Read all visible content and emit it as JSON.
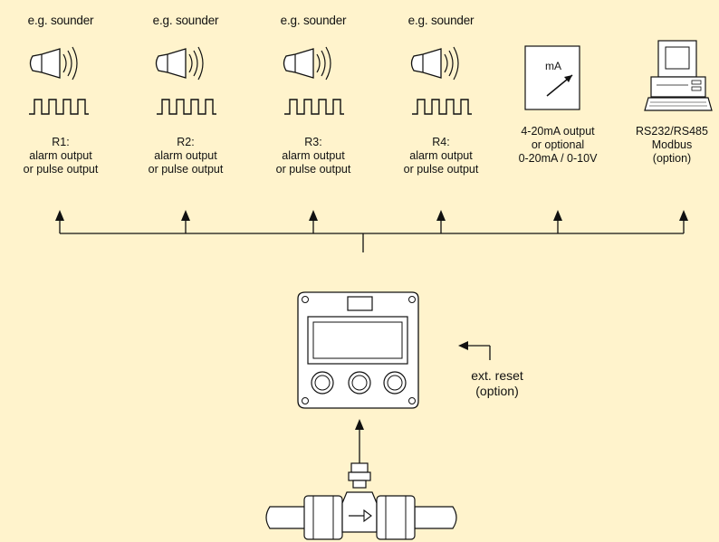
{
  "outputs": [
    {
      "header": "e.g. sounder",
      "icon": "sounder-icon",
      "id": "R1",
      "line1": "R1:",
      "line2": "alarm output",
      "line3": "or pulse output"
    },
    {
      "header": "e.g. sounder",
      "icon": "sounder-icon",
      "id": "R2",
      "line1": "R2:",
      "line2": "alarm output",
      "line3": "or pulse output"
    },
    {
      "header": "e.g. sounder",
      "icon": "sounder-icon",
      "id": "R3",
      "line1": "R3:",
      "line2": "alarm output",
      "line3": "or pulse output"
    },
    {
      "header": "e.g. sounder",
      "icon": "sounder-icon",
      "id": "R4",
      "line1": "R4:",
      "line2": "alarm output",
      "line3": "or pulse output"
    },
    {
      "meter_unit": "mA",
      "icon": "analog-meter-icon",
      "line1": "4-20mA output",
      "line2": "or optional",
      "line3": "0-20mA / 0-10V"
    },
    {
      "icon": "computer-icon",
      "line1": "RS232/RS485",
      "line2": "Modbus",
      "line3": "(option)"
    }
  ],
  "reset": {
    "line1": "ext. reset",
    "line2": "(option)"
  },
  "colors": {
    "background": "#fff3cc",
    "ink": "#111111",
    "device": "#ffffff"
  }
}
